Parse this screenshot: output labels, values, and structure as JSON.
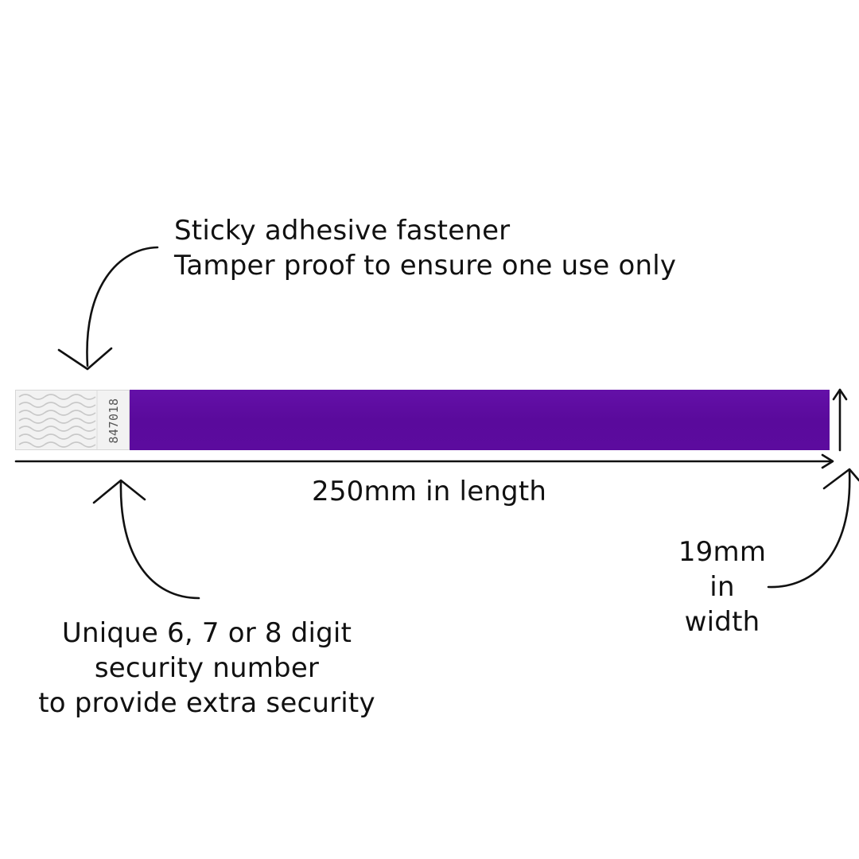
{
  "annotations": {
    "fastener": {
      "line1": "Sticky adhesive fastener",
      "line2": "Tamper proof to ensure one use only"
    },
    "length": "250mm in length",
    "security": {
      "line1": "Unique 6, 7 or 8 digit",
      "line2": "security number",
      "line3": "to provide extra security"
    },
    "width": {
      "line1": "19mm",
      "line2": "in",
      "line3": "width"
    }
  },
  "wristband": {
    "serial_number": "847018",
    "band_color": "#5c0b9e",
    "tab_color": "#f2f2f2"
  },
  "colors": {
    "text": "#111111",
    "arrows": "#111111",
    "background": "#ffffff"
  }
}
